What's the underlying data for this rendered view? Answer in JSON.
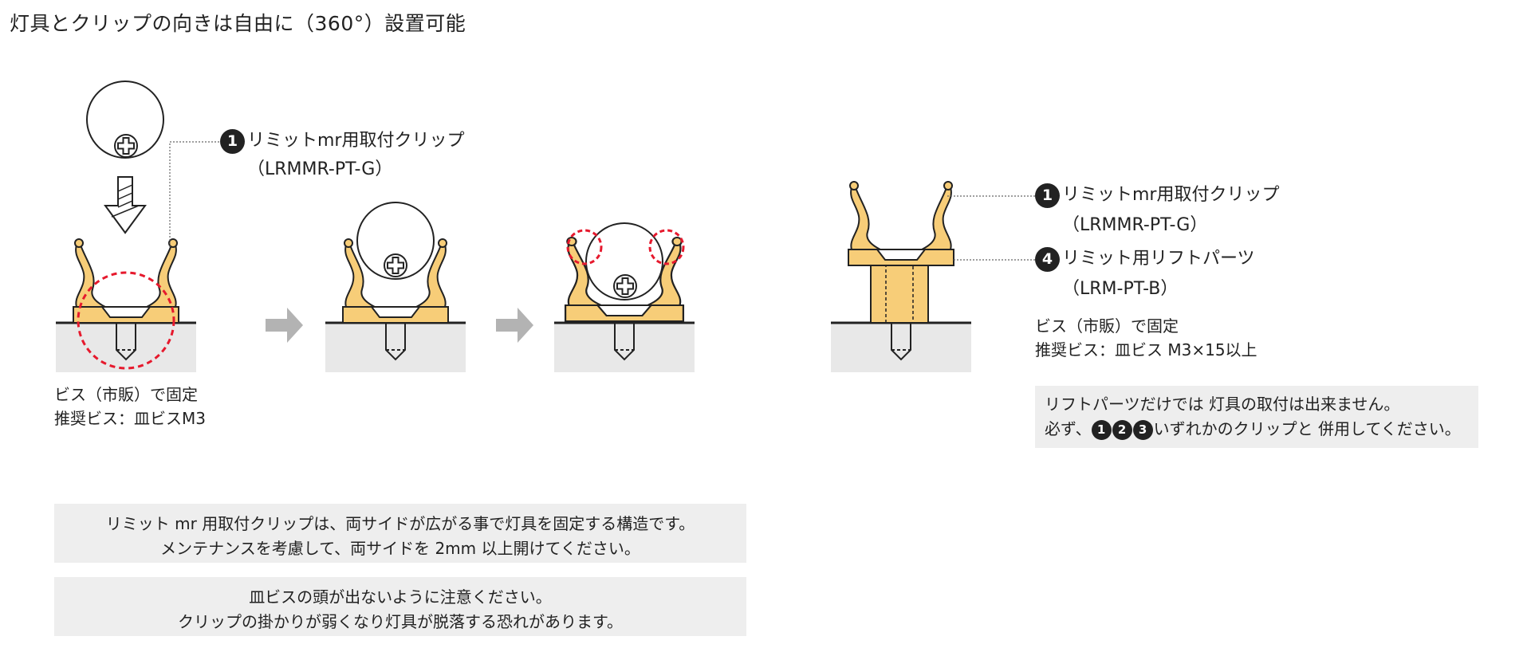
{
  "title": "灯具とクリップの向きは自由に（360°）設置可能",
  "callouts": {
    "a1_num": "1",
    "a1_line1": "リミットmr用取付クリップ",
    "a1_line2": "（LRMMR-PT-G）",
    "b1_num": "1",
    "b1_line1": "リミットmr用取付クリップ",
    "b1_line2": "（LRMMR-PT-G）",
    "b2_num": "4",
    "b2_line1": "リミット用リフトパーツ",
    "b2_line2": "（LRM-PT-B）"
  },
  "notes": {
    "left_line1": "ビス（市販）で固定",
    "left_line2": "推奨ビス：皿ビスM3",
    "right_line1": "ビス（市販）で固定",
    "right_line2": "推奨ビス：皿ビス M3×15以上"
  },
  "box_right": {
    "line1": "リフトパーツだけでは 灯具の取付は出来ません。",
    "line2_pre": "必ず、",
    "n1": "1",
    "n2": "2",
    "n3": "3",
    "line2_post": "いずれかのクリップと 併用してください。"
  },
  "box_mid": {
    "line1": "リミット mr 用取付クリップは、両サイドが広がる事で灯具を固定する構造です。",
    "line2": "メンテナンスを考慮して、両サイドを 2mm 以上開けてください。"
  },
  "box_bottom": {
    "line1": "皿ビスの頭が出ないように注意ください。",
    "line2": "クリップの掛かりが弱くなり灯具が脱落する恐れがあります。"
  },
  "colors": {
    "clip_fill": "#f7cd78",
    "clip_stroke": "#222222",
    "base_fill": "#e8e8e8",
    "arrow_gray": "#b3b3b3",
    "highlight_red": "#e6192d",
    "box_bg": "#eeeeee"
  },
  "icons": [
    "phillips-screw-icon",
    "down-arrow-icon",
    "right-arrow-icon",
    "dashed-circle-highlight"
  ]
}
